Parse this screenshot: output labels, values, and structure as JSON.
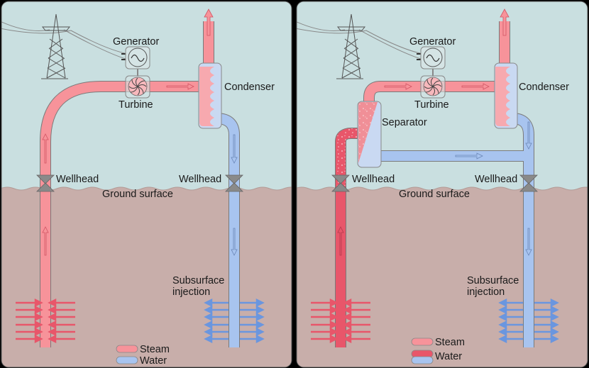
{
  "colors": {
    "sky": "#c9dfe0",
    "ground": "#c8aeaa",
    "steam": "#f7939a",
    "hot_water": "#e8566a",
    "water": "#a8c4ef",
    "outline": "#7a7a7a",
    "valve": "#8a8a8a",
    "panel_border": "#1a1a1a"
  },
  "panels": [
    {
      "name": "dry-steam-plant",
      "labels": {
        "generator": "Generator",
        "turbine": "Turbine",
        "condenser": "Condenser",
        "wellhead_left": "Wellhead",
        "wellhead_right": "Wellhead",
        "ground_surface": "Ground surface",
        "subsurface_line1": "Subsurface",
        "subsurface_line2": "injection"
      },
      "legend": [
        {
          "label": "Steam",
          "swatch": "steam"
        },
        {
          "label": "Water",
          "swatch": "water"
        }
      ]
    },
    {
      "name": "flash-steam-plant",
      "labels": {
        "generator": "Generator",
        "turbine": "Turbine",
        "condenser": "Condenser",
        "separator": "Separator",
        "wellhead_left": "Wellhead",
        "wellhead_right": "Wellhead",
        "ground_surface": "Ground surface",
        "subsurface_line1": "Subsurface",
        "subsurface_line2": "injection"
      },
      "legend": [
        {
          "label": "Steam",
          "swatch": "steam"
        },
        {
          "label": "Water",
          "swatch": "hot_water+water"
        }
      ]
    }
  ]
}
